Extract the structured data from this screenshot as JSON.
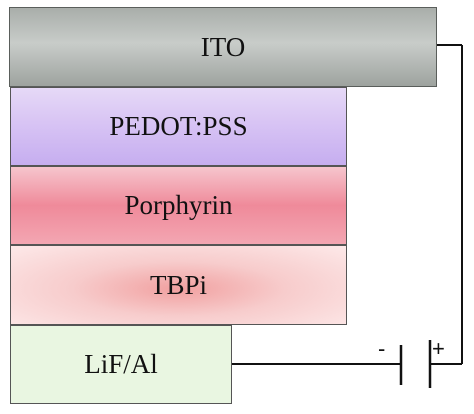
{
  "layers": {
    "ito": "ITO",
    "pedot": "PEDOT:PSS",
    "porphyrin": "Porphyrin",
    "tbpi": "TBPi",
    "lif_al": "LiF/Al"
  },
  "battery": {
    "negative": "-",
    "positive": "+"
  },
  "colors": {
    "ito": "#b5b9b6",
    "pedot": "#d8c4f4",
    "porphyrin": "#ef8a9a",
    "tbpi": "#f4b5b5",
    "lif_al": "#e9f6e1"
  }
}
